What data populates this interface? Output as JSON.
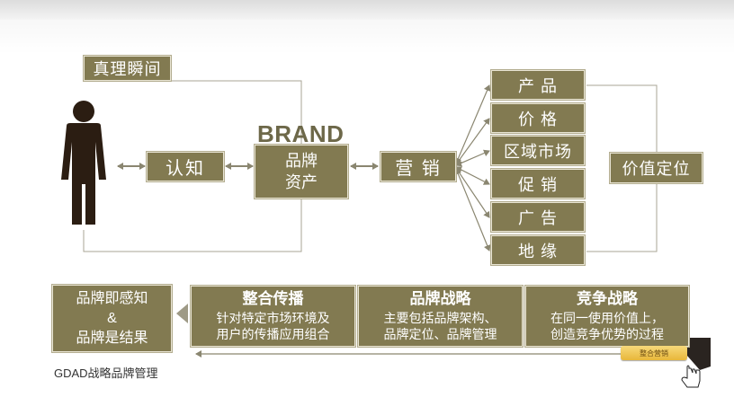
{
  "moment_of_truth": "真理瞬间",
  "cognition": "认知",
  "brand_title": "BRAND",
  "brand_asset": [
    "品牌",
    "资产"
  ],
  "marketing": "营 销",
  "mix_items": [
    "产 品",
    "价 格",
    "区域市场",
    "促 销",
    "广 告",
    "地 缘"
  ],
  "value_positioning": "价值定位",
  "result": {
    "line1": "品牌即感知",
    "line2": "&",
    "line3": "品牌是结果"
  },
  "strategies": [
    {
      "title": "整合传播",
      "desc1": "针对特定市场环境及",
      "desc2": "用户的传播应用组合"
    },
    {
      "title": "品牌战略",
      "desc1": "主要包括品牌架构、",
      "desc2": "品牌定位、品牌管理"
    },
    {
      "title": "竞争战略",
      "desc1": "在同一使用价值上，",
      "desc2": "创造竞争优势的过程"
    }
  ],
  "footer": "GDAD战略品牌管理",
  "tag_button": "整合营销",
  "colors": {
    "box": "#827a51",
    "figure": "#2b1d12",
    "line": "#9e9a86"
  }
}
